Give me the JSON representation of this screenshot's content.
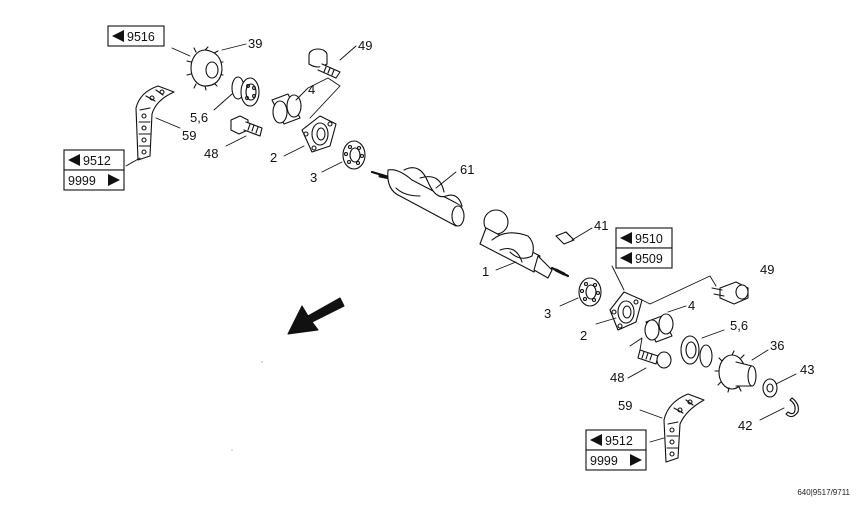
{
  "drawing_code": "640|9517/9711",
  "labels": {
    "p39": "39",
    "p49a": "49",
    "p4a": "4",
    "p56a": "5,6",
    "p59a": "59",
    "p48a": "48",
    "p2a": "2",
    "p3a": "3",
    "p61": "61",
    "p41": "41",
    "p1": "1",
    "p49b": "49",
    "p3b": "3",
    "p2b": "2",
    "p4b": "4",
    "p56b": "5,6",
    "p36": "36",
    "p48b": "48",
    "p43": "43",
    "p59b": "59",
    "p42": "42"
  },
  "refs": {
    "r9516": "9516",
    "r9512a": "9512",
    "r9999a": "9999",
    "r9510": "9510",
    "r9509": "9509",
    "r9512b": "9512",
    "r9999b": "9999"
  }
}
